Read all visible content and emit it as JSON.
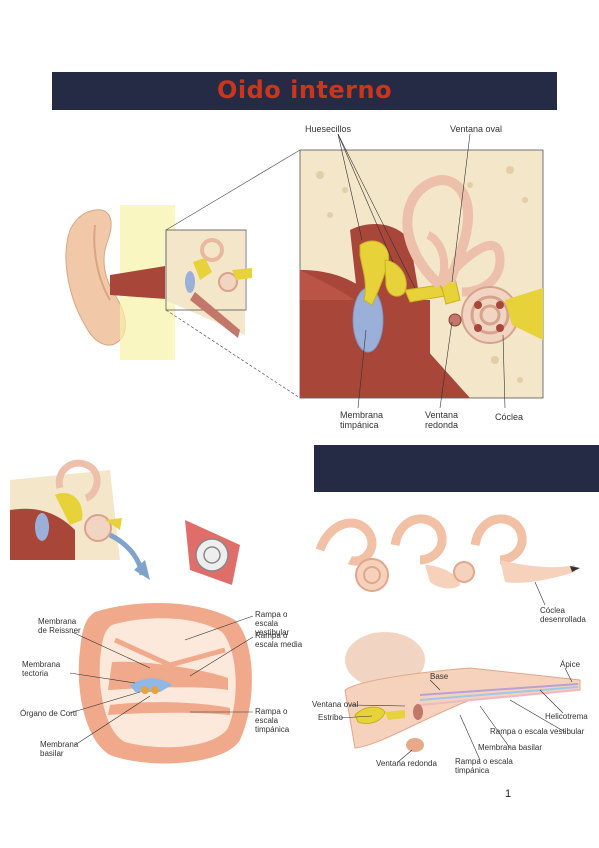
{
  "page": {
    "title": "Oido interno",
    "page_number": "1"
  },
  "figure1": {
    "labels": {
      "huesecillos": "Huesecillos",
      "ventana_oval": "Ventana oval",
      "membrana_timpanica": "Membrana timpánica",
      "ventana_redonda": "Ventana redonda",
      "coclea": "Cóclea"
    }
  },
  "figure2": {
    "labels": {
      "membrana_reissner": "Membrana de Reissner",
      "membrana_tectoria": "Membrana tectoria",
      "organo_corti": "Órgano de Corti",
      "membrana_basilar": "Membrana basilar",
      "rampa_vestibular": "Rampa o escala vestibular",
      "rampa_media": "Rampa o escala media",
      "rampa_timpanica": "Rampa o escala timpánica"
    }
  },
  "figure3": {
    "labels": {
      "coclea_desenrollada": "Cóclea desenrollada",
      "base": "Base",
      "apice": "Ápice",
      "ventana_oval": "Ventana oval",
      "estribo": "Estribo",
      "helicotrema": "Helicotrema",
      "rampa_vestibular": "Rampa o escala vestibular",
      "membrana_basilar": "Membrana basilar",
      "rampa_timpanica": "Rampa o escala timpánica",
      "ventana_redonda": "Ventana redonda"
    }
  },
  "colors": {
    "banner": "#262b45",
    "title": "#c9361b",
    "skin": "#f2c9a8",
    "canal": "#a8463a",
    "ossicles": "#e8d23a",
    "membrane": "#9bb0d8",
    "bone": "#f4e6c8"
  }
}
